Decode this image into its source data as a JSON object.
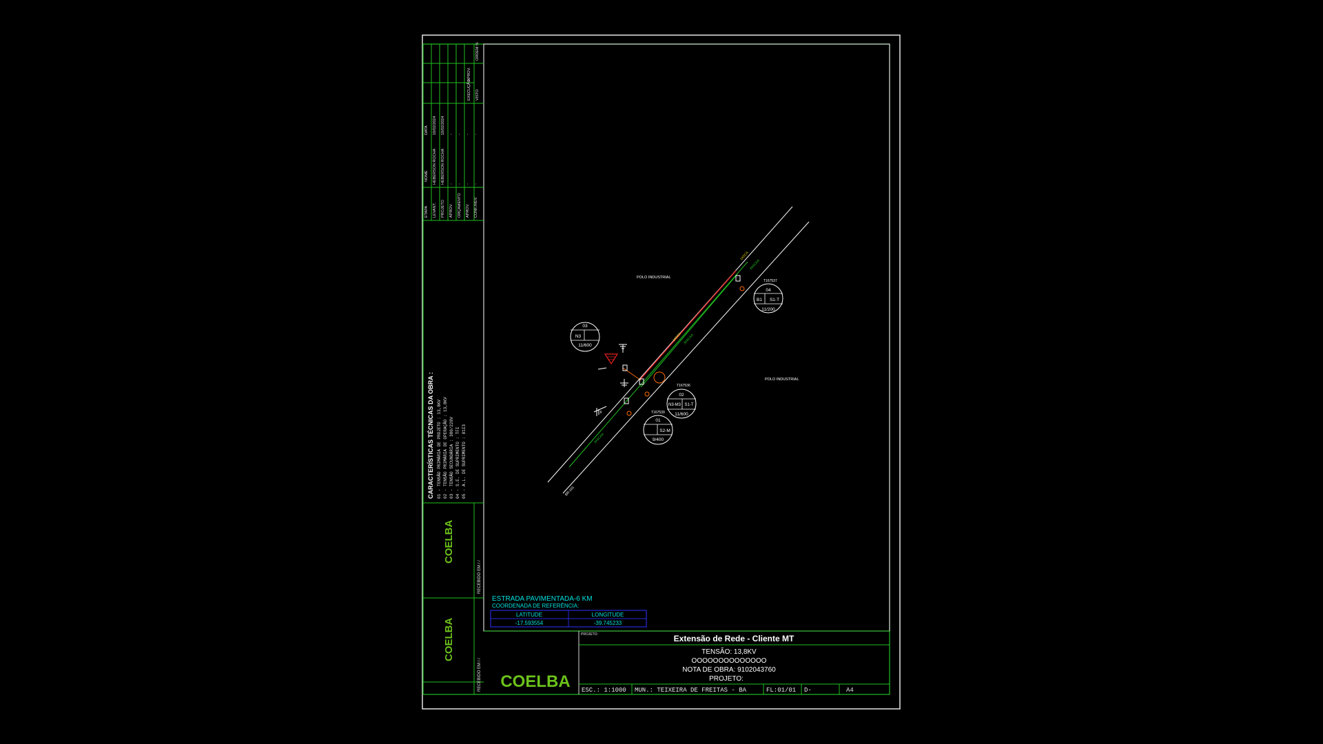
{
  "drawing": {
    "title": "Extensão de Rede - Cliente MT",
    "tensao": "TENSÃO: 13,8KV",
    "codigo": "OOOOOOOOOOOOOO",
    "nota_obra": "NOTA DE OBRA: 9102043760",
    "projeto_label": "PROJETO:",
    "projeto_small": "PROJETO:",
    "brand": "COELBA",
    "side_brand_1": "COELBA",
    "side_brand_2": "COELBA",
    "receipt_1": "RECEBIDO EM   /   /",
    "receipt_2": "RECEBIDO EM   /   /",
    "bottom_bar": {
      "escala": "ESC.: 1:1000",
      "municipio": "MUN.: TEIXEIRA DE FREITAS - BA",
      "folha": "FL:01/01",
      "desenho": "D-",
      "formato": "A4"
    },
    "tech": {
      "title": "CARACTERÍSTICAS TÉCNICAS DA OBRA :",
      "lines": [
        "01 - TENSÃO PRIMÁRIA DE PROJETO   : 13,8KV",
        "02 - TENSÃO PRIMÁRIA DE OPERAÇÃO  : 13,8KV",
        "03 - TENSÃO SECUNDÁRIA            : 380/220V",
        "04 - S.E. DE SUPRIMENTO           : TFI",
        "05 - A.L. DE SUPRIMENTO           : 01I3"
      ]
    },
    "revision_table": {
      "col_labels": [
        "ETAPA",
        "NOME",
        "DATA"
      ],
      "rows": [
        [
          "LEVANT.",
          "HEBERSON ROCHA",
          "10/02/2024"
        ],
        [
          "PROJETO",
          "HEBERSON ROCHA",
          "10/02/2024"
        ],
        [
          "APROV.",
          "-",
          "-"
        ],
        [
          "ORÇAMENTO",
          "-",
          "-"
        ],
        [
          "APROV.",
          "-",
          "-"
        ],
        [
          "CONF./REV.",
          "-",
          "-"
        ]
      ],
      "header2": [
        "EXECUÇÃO",
        "VISTO",
        "APROV.",
        "ORDEM N."
      ]
    },
    "road_note": "ESTRADA PAVIMENTADA-6 KM",
    "coord": {
      "heading": "COORDENADA DE REFERÊNCIA:",
      "lat_label": "LATITUDE",
      "lon_label": "LONGITUDE",
      "lat": "-17.593554",
      "lon": "-39.745233"
    },
    "areas": [
      "POLO INDUSTRIAL",
      "POLO INDUSTRIAL"
    ],
    "poles": [
      {
        "tag": "T167537",
        "num": "04",
        "left": "B1",
        "right": "S1-T",
        "code": "11/200"
      },
      {
        "tag": "",
        "num": "03",
        "left": "N3",
        "right": "",
        "code": "11/600"
      },
      {
        "tag": "T167536",
        "num": "02",
        "left": "N3-M3",
        "right": "S1-T",
        "code": "11/600"
      },
      {
        "tag": "T167539",
        "num": "01",
        "left": "",
        "right": "S2-M",
        "code": "9/400"
      }
    ],
    "line_labels": [
      "1#2CA",
      "3#4CAA",
      "3#4CAA",
      "1#2CA",
      "3#4CAA",
      "BR-101"
    ]
  },
  "colors": {
    "background": "#000000",
    "frame_white": "#d8d8d8",
    "cad_green": "#20c020",
    "brand_green": "#6cc21b",
    "cyan": "#00e0e0",
    "blue": "#2a2ad8",
    "red": "#e02020",
    "orange": "#ff6a00",
    "yellow": "#e0d000"
  }
}
